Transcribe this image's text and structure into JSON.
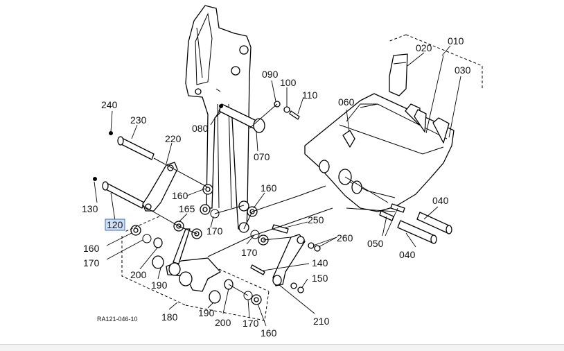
{
  "diagram": {
    "drawing_code": "RA121-046-10",
    "highlight_color": "#cfe0f7",
    "callouts": [
      {
        "id": "010",
        "label": "010"
      },
      {
        "id": "020",
        "label": "020"
      },
      {
        "id": "030",
        "label": "030"
      },
      {
        "id": "040a",
        "label": "040"
      },
      {
        "id": "040b",
        "label": "040"
      },
      {
        "id": "050",
        "label": "050"
      },
      {
        "id": "060",
        "label": "060"
      },
      {
        "id": "070",
        "label": "070"
      },
      {
        "id": "080",
        "label": "080"
      },
      {
        "id": "090",
        "label": "090"
      },
      {
        "id": "100",
        "label": "100"
      },
      {
        "id": "110",
        "label": "110"
      },
      {
        "id": "120",
        "label": "120",
        "selected": true
      },
      {
        "id": "130",
        "label": "130"
      },
      {
        "id": "140",
        "label": "140"
      },
      {
        "id": "150",
        "label": "150"
      },
      {
        "id": "160a",
        "label": "160"
      },
      {
        "id": "160b",
        "label": "160"
      },
      {
        "id": "160c",
        "label": "160"
      },
      {
        "id": "160d",
        "label": "160"
      },
      {
        "id": "165",
        "label": "165"
      },
      {
        "id": "170a",
        "label": "170"
      },
      {
        "id": "170b",
        "label": "170"
      },
      {
        "id": "170c",
        "label": "170"
      },
      {
        "id": "170d",
        "label": "170"
      },
      {
        "id": "180",
        "label": "180"
      },
      {
        "id": "190a",
        "label": "190"
      },
      {
        "id": "190b",
        "label": "190"
      },
      {
        "id": "200a",
        "label": "200"
      },
      {
        "id": "200b",
        "label": "200"
      },
      {
        "id": "210",
        "label": "210"
      },
      {
        "id": "220",
        "label": "220"
      },
      {
        "id": "230",
        "label": "230"
      },
      {
        "id": "240",
        "label": "240"
      },
      {
        "id": "250",
        "label": "250"
      },
      {
        "id": "260",
        "label": "260"
      }
    ]
  }
}
